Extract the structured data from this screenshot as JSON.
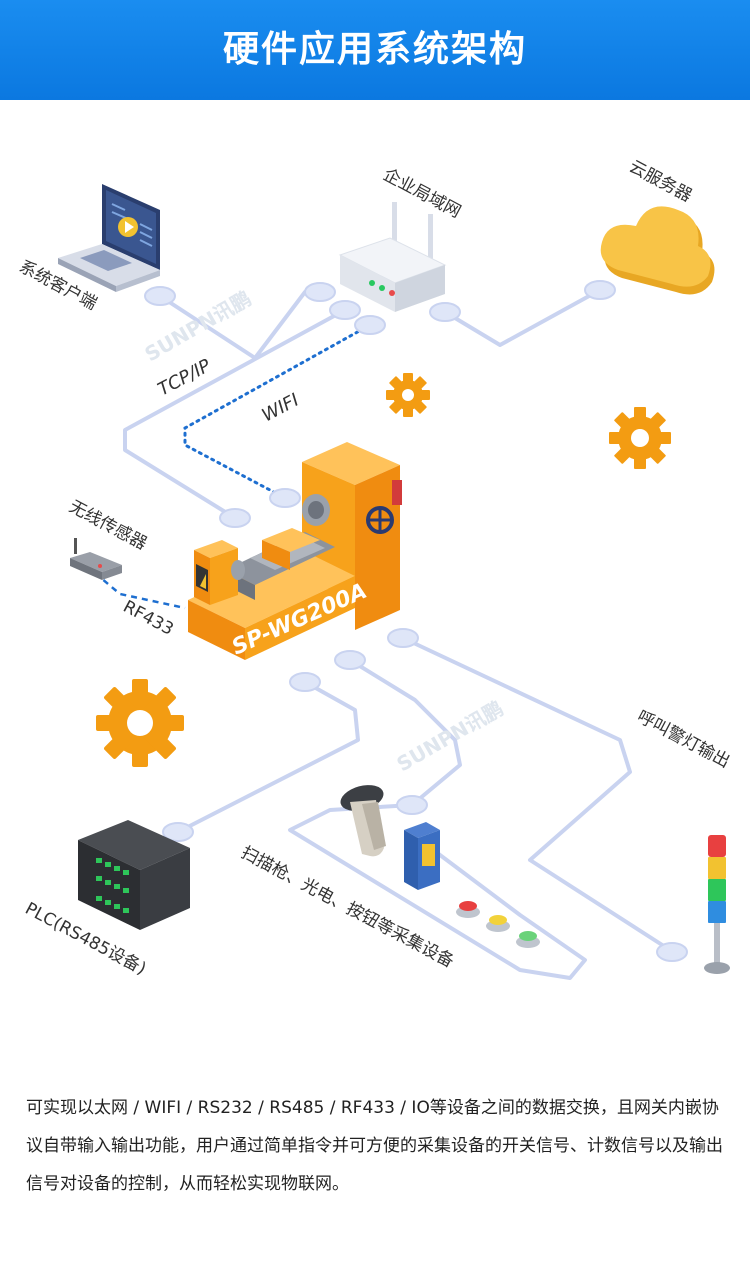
{
  "title": "硬件应用系统架构",
  "nodes": {
    "client": "系统客户端",
    "lan": "企业局域网",
    "cloud": "云服务器",
    "tcpip": "TCP/IP",
    "wifi": "WIFI",
    "wireless_sensor": "无线传感器",
    "rf433": "RF433",
    "device": "SP-WG200A",
    "alarm": "呼叫警灯输出",
    "collect": "扫描枪、光电、按钮等采集设备",
    "plc": "PLC(RS485设备)"
  },
  "watermark": "SUNPN讯鹏",
  "description": "可实现以太网 / WIFI / RS232 / RS485 / RF433 / IO等设备之间的数据交换，且网关内嵌协议自带输入输出功能，用户通过简单指令并可方便的采集设备的开关信号、计数信号以及输出信号对设备的控制，从而轻松实现物联网。",
  "colors": {
    "header": "#1a8df0",
    "machine": "#f7a21b",
    "line": "#c9d3f0",
    "node": "#dfe6f8",
    "wifi_dots": "#1e6fd0",
    "cloud": "#f8c447"
  },
  "icons": [
    "laptop-icon",
    "router-icon",
    "cloud-icon",
    "gear-icon",
    "sensor-icon",
    "scanner-icon",
    "photoelectric-sensor-icon",
    "button-icon",
    "plc-icon",
    "signal-tower-icon"
  ]
}
